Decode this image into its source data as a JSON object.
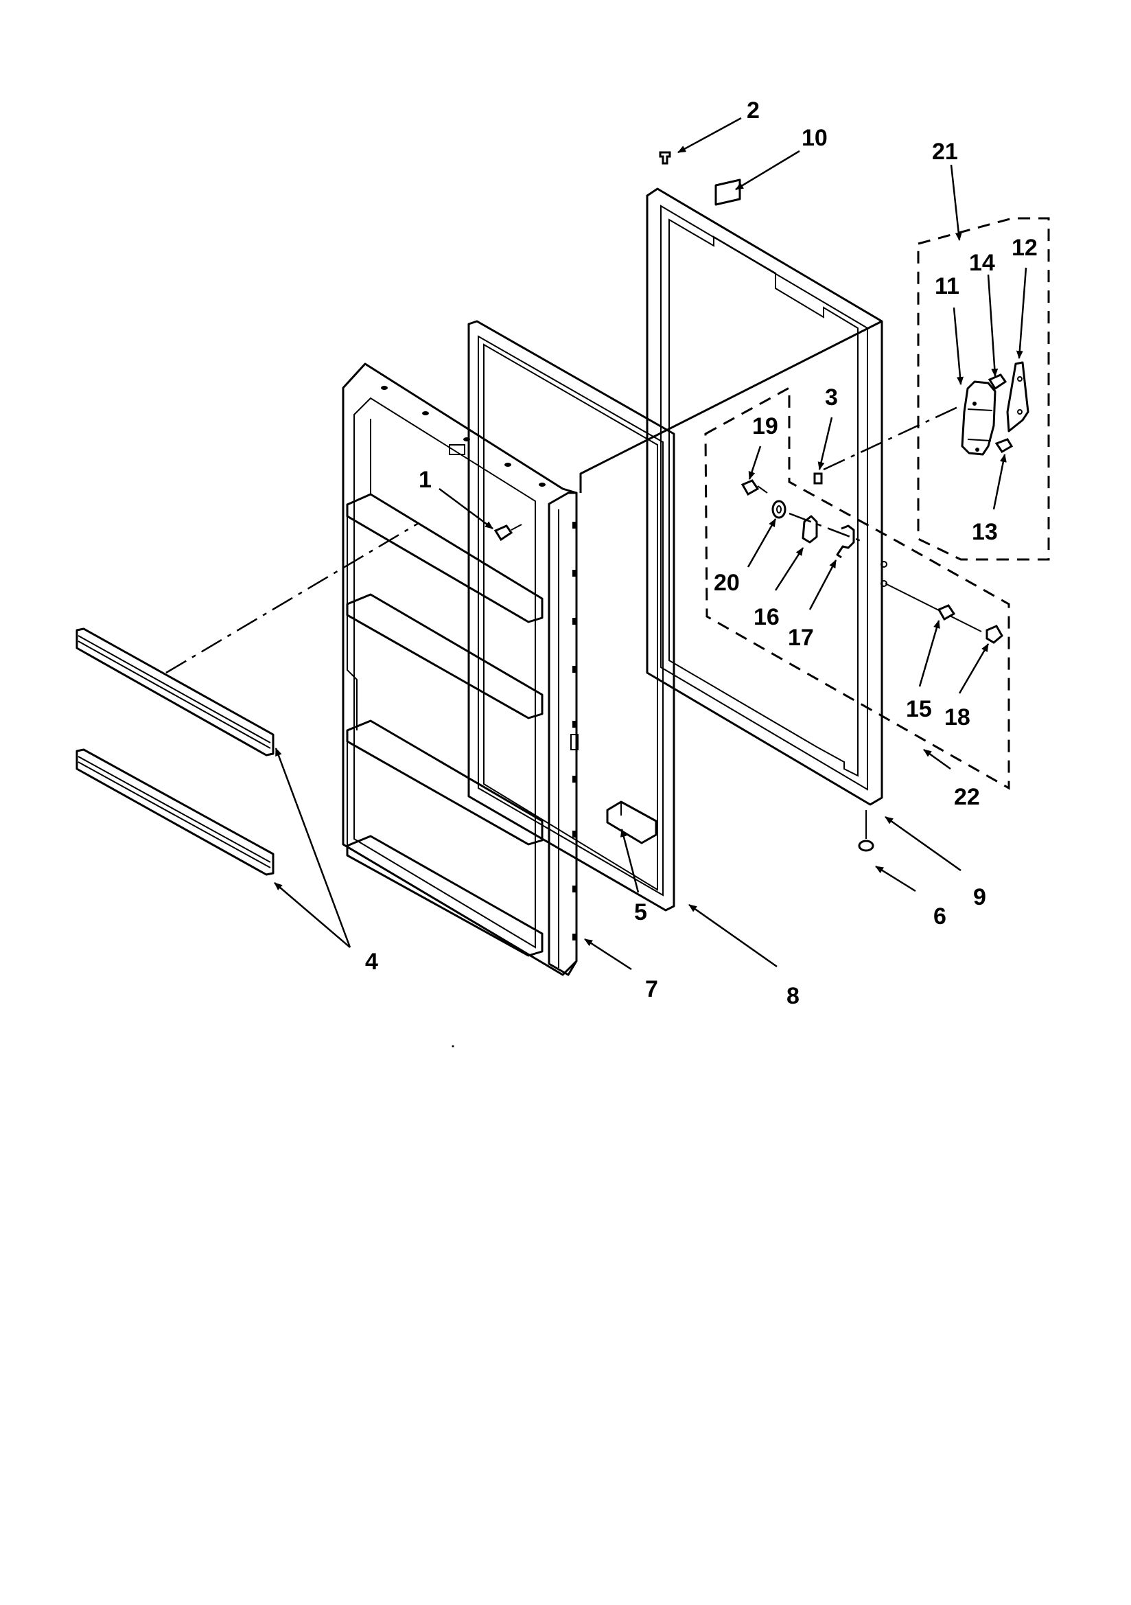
{
  "figure": {
    "callouts": [
      {
        "id": "c1",
        "text": "1"
      },
      {
        "id": "c2",
        "text": "2"
      },
      {
        "id": "c3",
        "text": "3"
      },
      {
        "id": "c4",
        "text": "4"
      },
      {
        "id": "c5",
        "text": "5"
      },
      {
        "id": "c6",
        "text": "6"
      },
      {
        "id": "c7",
        "text": "7"
      },
      {
        "id": "c8",
        "text": "8"
      },
      {
        "id": "c9",
        "text": "9"
      },
      {
        "id": "c10",
        "text": "10"
      },
      {
        "id": "c11",
        "text": "11"
      },
      {
        "id": "c12",
        "text": "12"
      },
      {
        "id": "c13",
        "text": "13"
      },
      {
        "id": "c14",
        "text": "14"
      },
      {
        "id": "c15",
        "text": "15"
      },
      {
        "id": "c16",
        "text": "16"
      },
      {
        "id": "c17",
        "text": "17"
      },
      {
        "id": "c18",
        "text": "18"
      },
      {
        "id": "c19",
        "text": "19"
      },
      {
        "id": "c20",
        "text": "20"
      },
      {
        "id": "c21",
        "text": "21"
      },
      {
        "id": "c22",
        "text": "22"
      }
    ]
  }
}
